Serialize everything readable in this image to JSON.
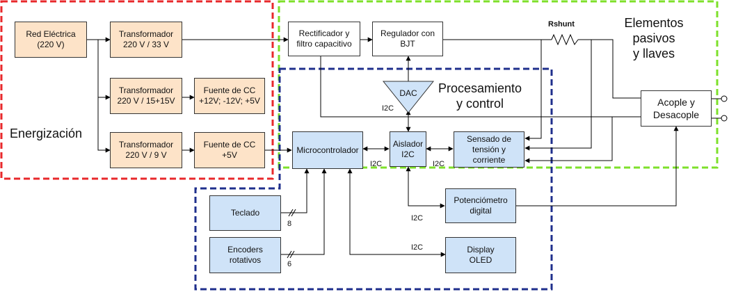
{
  "blocks": {
    "red_electrica": "Red Eléctrica\n(220 V)",
    "transf_33": "Transformador\n220 V / 33 V",
    "transf_15": "Transformador\n220 V / 15+15V",
    "fuente_cc_12": "Fuente de CC\n+12V; -12V; +5V",
    "transf_9": "Transformador\n220 V / 9 V",
    "fuente_cc_5": "Fuente de CC\n+5V",
    "rectificador": "Rectificador y\nfiltro capacitivo",
    "regulador": "Regulador con\nBJT",
    "dac": "DAC",
    "microcontrolador": "Microcontrolador",
    "aislador": "Aislador\nI2C",
    "sensado": "Sensado de\ntensión y\ncorriente",
    "acople": "Acople y\nDesacople",
    "teclado": "Teclado",
    "encoders": "Encoders\nrotativos",
    "potenciometro": "Potenciómetro\ndigital",
    "display": "Display\nOLED"
  },
  "regions": {
    "energizacion": "Energización",
    "procesamiento": "Procesamiento\ny control",
    "elementos": "Elementos\npasivos\ny llaves"
  },
  "labels": {
    "rshunt": "Rshunt",
    "i2c_dac": "I2C",
    "i2c_micro": "I2C",
    "i2c_sensado": "I2C",
    "i2c_pot": "I2C",
    "i2c_display": "I2C",
    "bus_teclado": "8",
    "bus_encoders": "6"
  },
  "colors": {
    "energizacion_border": "#e8282b",
    "procesamiento_border": "#1f2f8c",
    "elementos_border": "#7ee02a",
    "block_orange": "#fde3c8",
    "block_blue": "#cfe3f8"
  }
}
